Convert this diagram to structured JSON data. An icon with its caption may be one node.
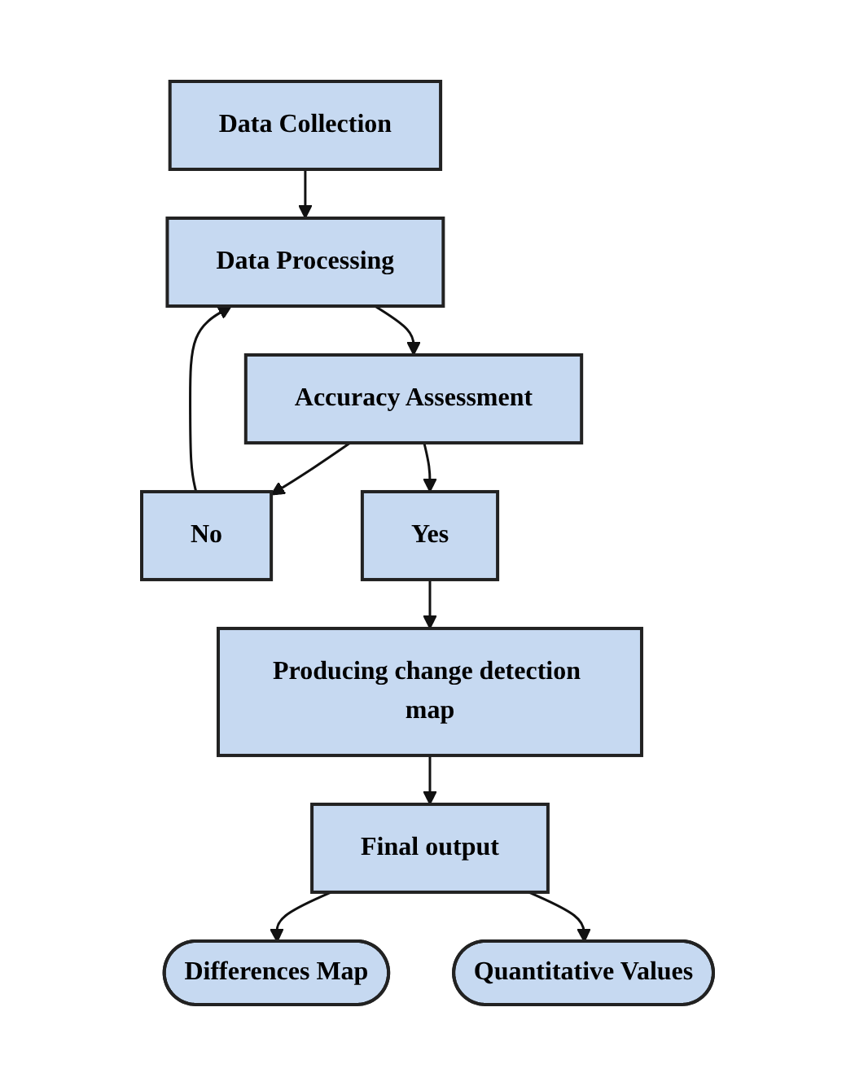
{
  "diagram": {
    "nodes": [
      {
        "text": [
          "Data Collection"
        ]
      },
      {
        "text": [
          "Data Processing"
        ]
      },
      {
        "text": [
          "Accuracy Assessment"
        ]
      },
      {
        "text": [
          "No"
        ]
      },
      {
        "text": [
          "Yes"
        ]
      },
      {
        "text": [
          "Producing change detection map"
        ]
      },
      {
        "text": [
          "Final output"
        ]
      },
      {
        "text": [
          "Differences Map"
        ]
      },
      {
        "text": [
          "Quantitative Values"
        ]
      }
    ],
    "edges": [
      {
        "from": 0,
        "to": 1,
        "arrow": "to"
      },
      {
        "from": 1,
        "to": 2,
        "arrow": "to"
      },
      {
        "from": 2,
        "to": 3,
        "arrow": "to"
      },
      {
        "from": 3,
        "to": 1,
        "arrow": "to"
      },
      {
        "from": 2,
        "to": 4,
        "arrow": "to"
      },
      {
        "from": 4,
        "to": 5,
        "arrow": "to"
      },
      {
        "from": 5,
        "to": 6,
        "arrow": "to"
      },
      {
        "from": 6,
        "to": 7,
        "arrow": "to"
      },
      {
        "from": 6,
        "to": 8,
        "arrow": "to"
      }
    ]
  }
}
